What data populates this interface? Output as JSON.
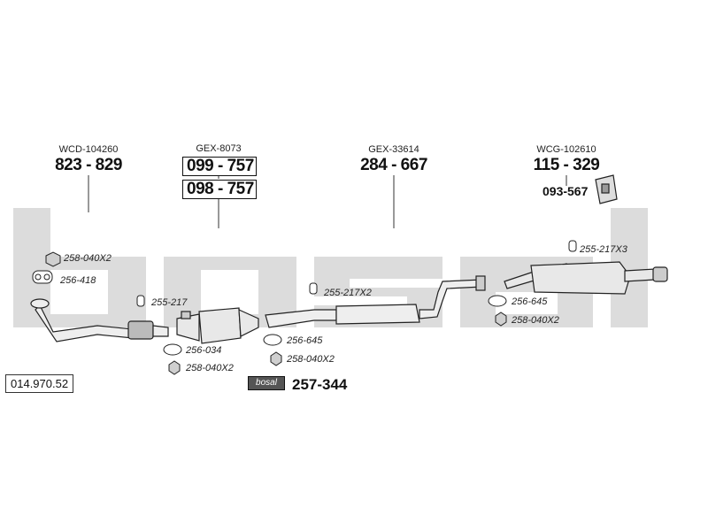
{
  "catalog_ref": "014.970.52",
  "brand_logo_text": "bosal",
  "groups": [
    {
      "oem": "WCD-104260",
      "codes": [
        "823 - 829"
      ]
    },
    {
      "oem": "GEX-8073",
      "codes": [
        "099 - 757",
        "098 - 757"
      ]
    },
    {
      "oem": "GEX-33614",
      "codes": [
        "284 - 667"
      ]
    },
    {
      "oem": "WCG-102610",
      "codes": [
        "115 - 329"
      ]
    }
  ],
  "rear_bracket_code": "093-567",
  "mount_kit_code": "257-344",
  "parts": {
    "p1": "258-040X2",
    "p2": "256-418",
    "p3": "255-217",
    "p4": "256-034",
    "p5": "258-040X2",
    "p6": "255-217X2",
    "p7": "256-645",
    "p8": "258-040X2",
    "p9": "255-217X3",
    "p10": "256-645",
    "p11": "258-040X2"
  },
  "colors": {
    "watermark": "#d9d9d9",
    "pipe_fill": "#e8e8e8",
    "outline": "#222222"
  }
}
